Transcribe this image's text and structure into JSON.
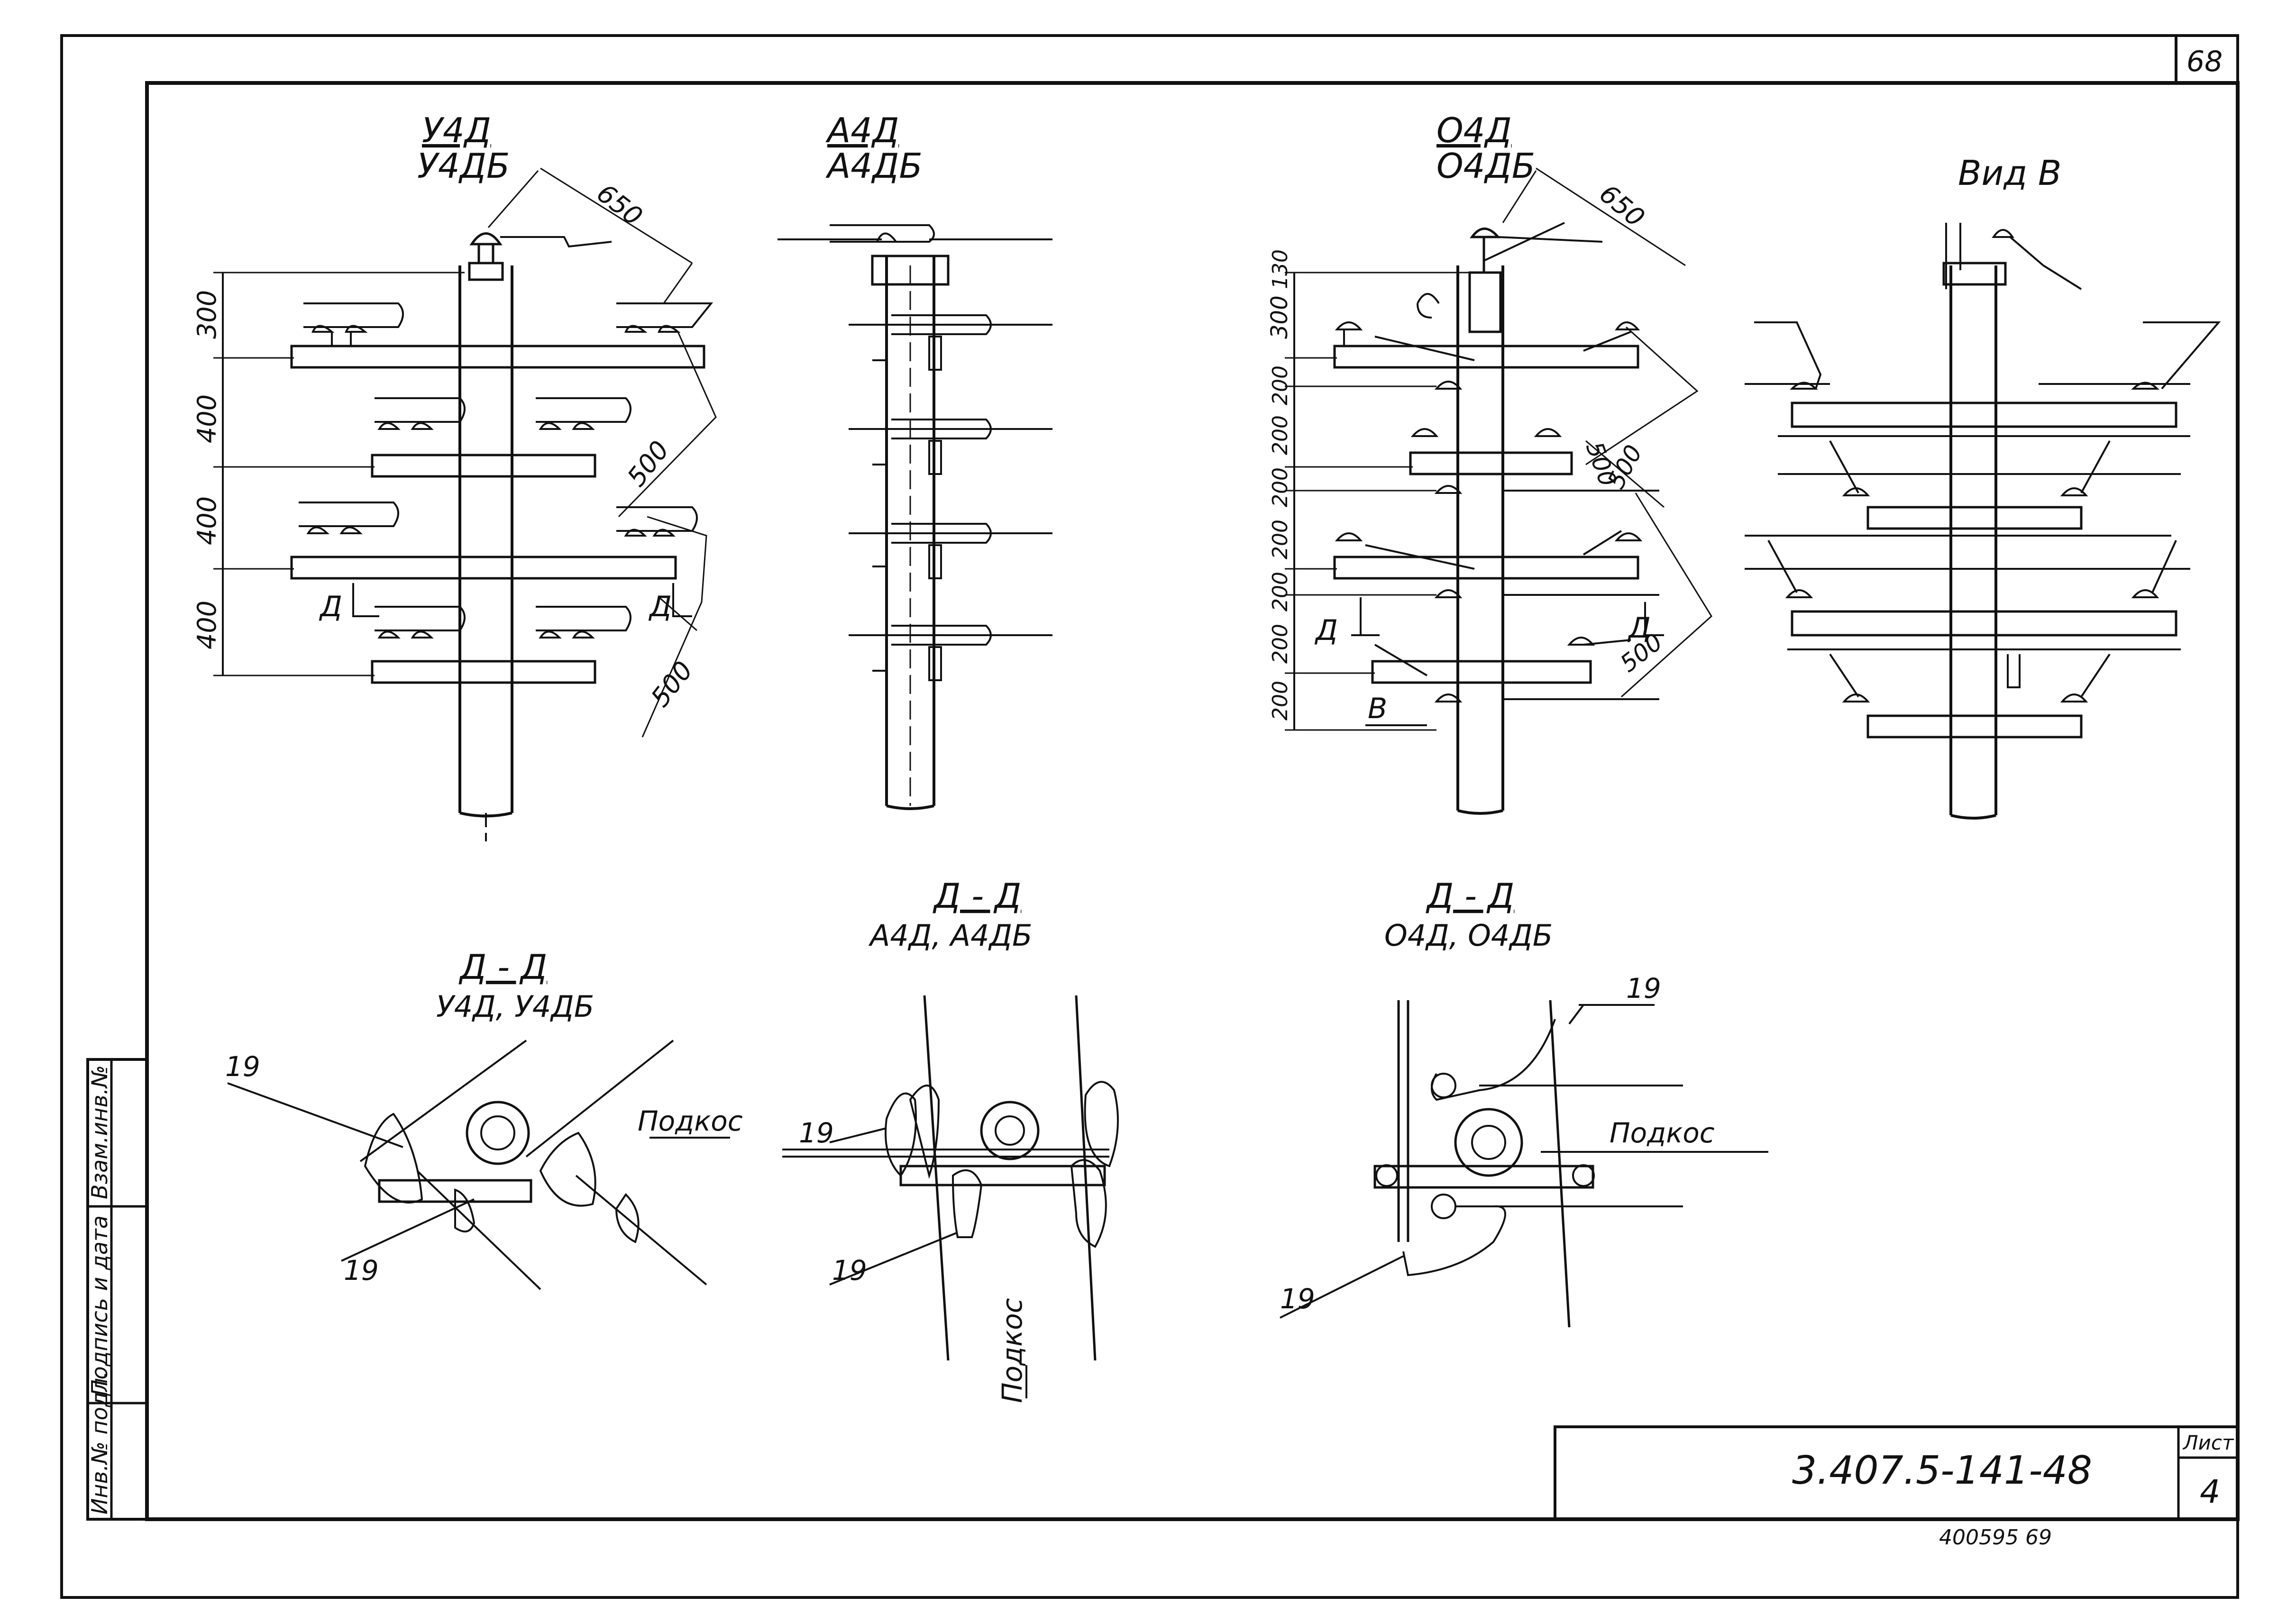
{
  "sheet": {
    "page_number": "68",
    "designation": "3.407.5-141-48",
    "sheet_label": "Лист",
    "sheet_number": "4",
    "archive_number": "400595  69",
    "stamp": {
      "inv_orig": "Инв.№ подл.",
      "sign_date": "Подпись и дата",
      "replace_inv": "Взам.инв.№"
    }
  },
  "views": {
    "u4d": {
      "title_top": "У4Д",
      "title_bottom": "У4ДБ",
      "dims_vertical": [
        "300",
        "400",
        "400",
        "400"
      ],
      "dims_diagonal": [
        "650",
        "500",
        "500"
      ],
      "section_mark": "Д"
    },
    "a4d": {
      "title_top": "А4Д",
      "title_bottom": "А4ДБ"
    },
    "o4d": {
      "title_top": "О4Д",
      "title_bottom": "О4ДБ",
      "dims_vertical": [
        "130",
        "300",
        "200",
        "200",
        "200",
        "200",
        "200",
        "200",
        "200"
      ],
      "dims_diagonal": [
        "650",
        "500",
        "500",
        "500"
      ],
      "section_mark": "Д",
      "view_mark": "В"
    },
    "vid_v": {
      "title": "Вид В"
    }
  },
  "sections": {
    "u4d": {
      "title_top": "Д - Д",
      "title_bottom": "У4Д, У4ДБ",
      "callout_a": "19",
      "callout_b": "19",
      "brace": "Подкос"
    },
    "a4d": {
      "title_top": "Д - Д",
      "title_bottom": "А4Д, А4ДБ",
      "callout_a": "19",
      "callout_b": "19",
      "brace": "Подкос"
    },
    "o4d": {
      "title_top": "Д - Д",
      "title_bottom": "О4Д, О4ДБ",
      "callout_a": "19",
      "callout_b": "19",
      "brace": "Подкос"
    }
  }
}
